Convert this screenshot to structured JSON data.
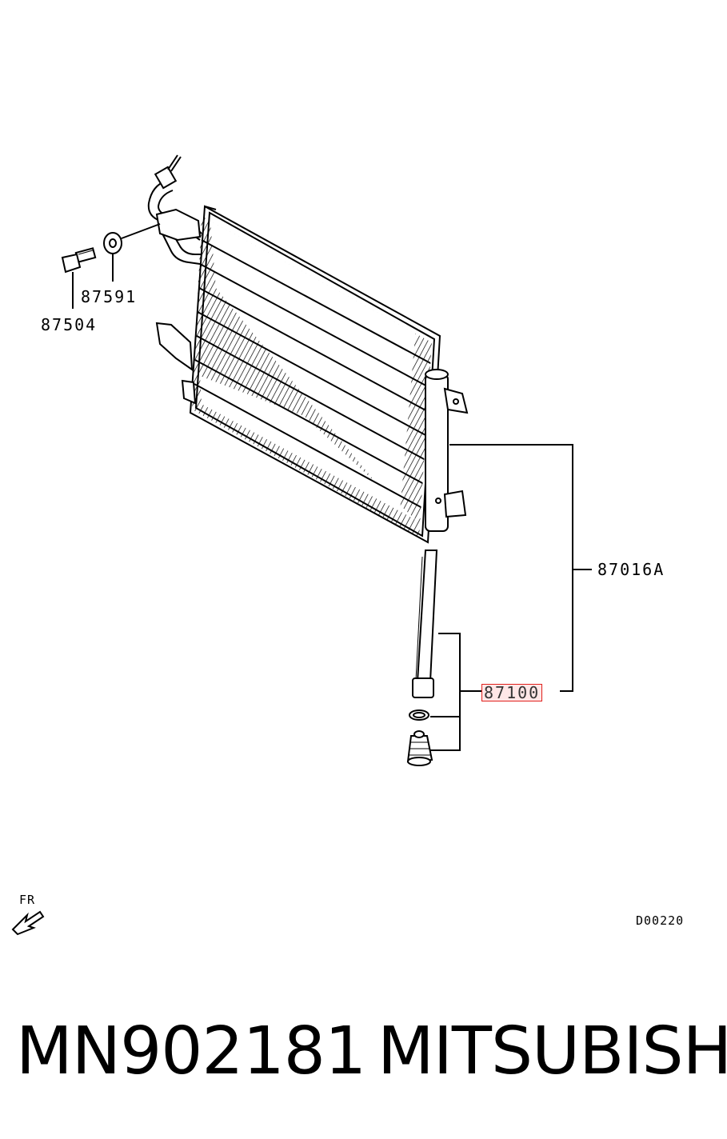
{
  "labels": {
    "p87591": "87591",
    "p87504": "87504",
    "p87016A": "87016A",
    "p87100": "87100",
    "fr": "FR",
    "diagram_code": "D00220"
  },
  "footer": {
    "part_number": "MN902181",
    "brand": "MITSUBISHI"
  },
  "colors": {
    "line": "#000000",
    "highlight": "#e0201c"
  }
}
